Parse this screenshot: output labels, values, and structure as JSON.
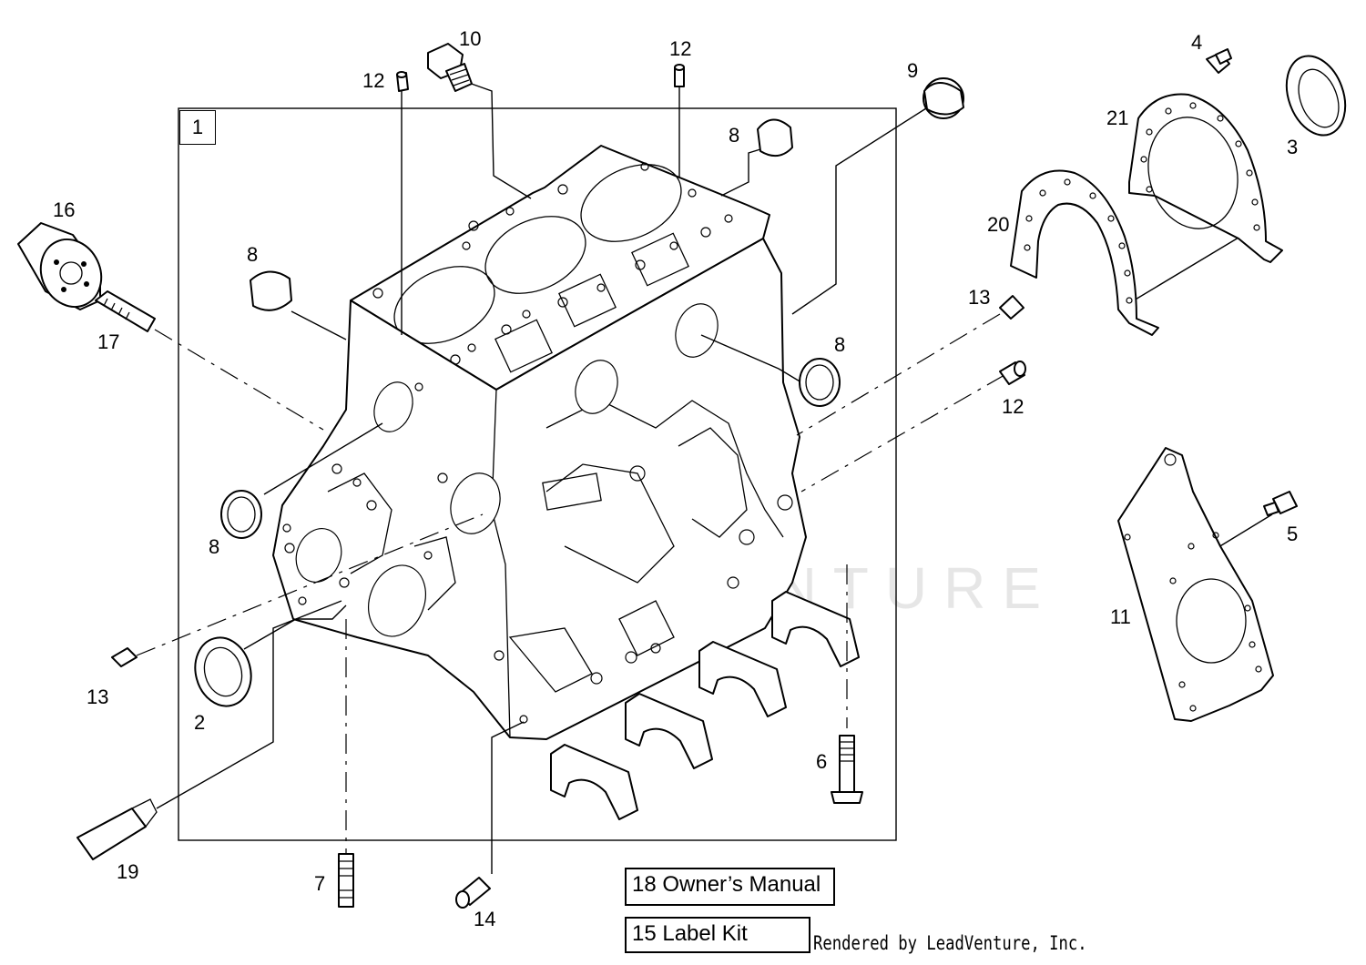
{
  "diagram": {
    "frame_label": "1",
    "callouts": {
      "c10": "10",
      "c12a": "12",
      "c12b": "12",
      "c12c": "12",
      "c9": "9",
      "c4": "4",
      "c21": "21",
      "c3": "3",
      "c1": "1",
      "c8a": "8",
      "c8b": "8",
      "c8c": "8",
      "c8d": "8",
      "c16": "16",
      "c17": "17",
      "c20": "20",
      "c13a": "13",
      "c13b": "13",
      "c5": "5",
      "c11": "11",
      "c2": "2",
      "c6": "6",
      "c19": "19",
      "c7": "7",
      "c14": "14"
    },
    "owners_manual": "18 Owner’s Manual",
    "label_kit": "15 Label Kit",
    "rendered_by": "Rendered by LeadVenture, Inc.",
    "watermark": "LEADVENTURE"
  }
}
